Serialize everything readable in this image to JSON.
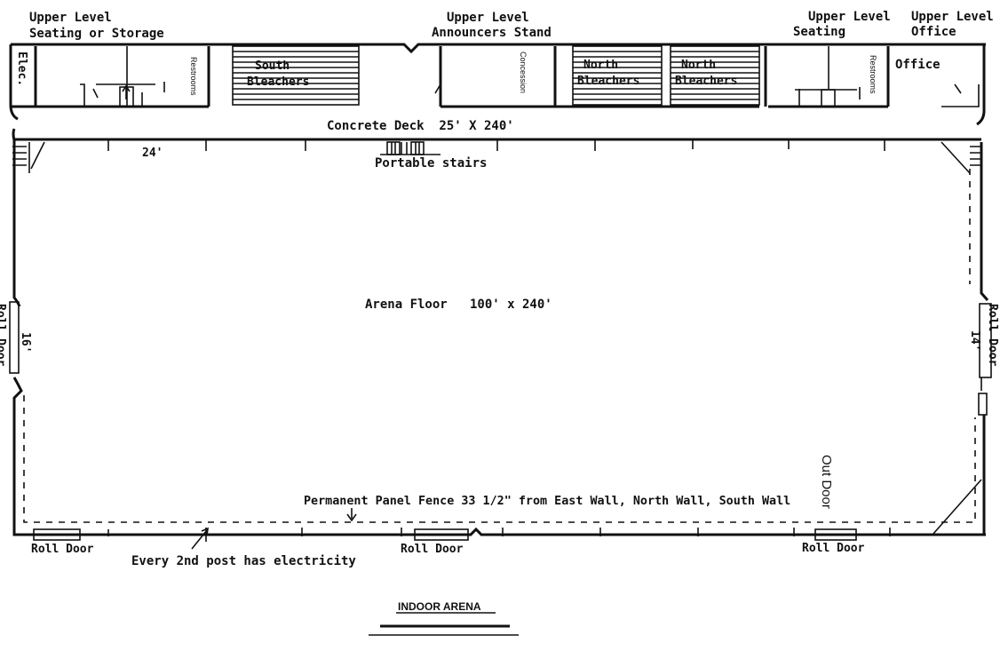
{
  "labels": {
    "upper_storage_1": "Upper Level",
    "upper_storage_2": "Seating or Storage",
    "announcers_1": "Upper Level",
    "announcers_2": "Announcers Stand",
    "upper_seating_1": "Upper Level",
    "upper_seating_2": "Seating",
    "upper_office_1": "Upper Level",
    "upper_office_2": "Office",
    "elec": "Elec.",
    "restrooms_left": "Restrooms",
    "south_bleachers_1": "South",
    "south_bleachers_2": "Bleachers",
    "concession": "Concession",
    "north_bleachers_a_1": "North",
    "north_bleachers_a_2": "Bleachers",
    "north_bleachers_b_1": "North",
    "north_bleachers_b_2": "Bleachers",
    "restrooms_right": "Restrooms",
    "office": "Office",
    "concrete_deck": "Concrete Deck  25' X 240'",
    "dim_24": "24'",
    "portable_stairs": "Portable stairs",
    "arena_floor": "Arena Floor   100' x 240'",
    "dim_16": "16'",
    "roll_door_left_side": "Roll Door",
    "roll_door_right_side": "Roll Door",
    "dim_14": "14'",
    "out_door": "Out Door",
    "fence_note": "Permanent Panel Fence 33 1/2\" from East Wall, North Wall, South Wall",
    "roll_door_bottom_1": "Roll Door",
    "roll_door_bottom_2": "Roll Door",
    "roll_door_bottom_3": "Roll Door",
    "electricity_note": "Every 2nd post has electricity",
    "title": "INDOOR ARENA"
  }
}
